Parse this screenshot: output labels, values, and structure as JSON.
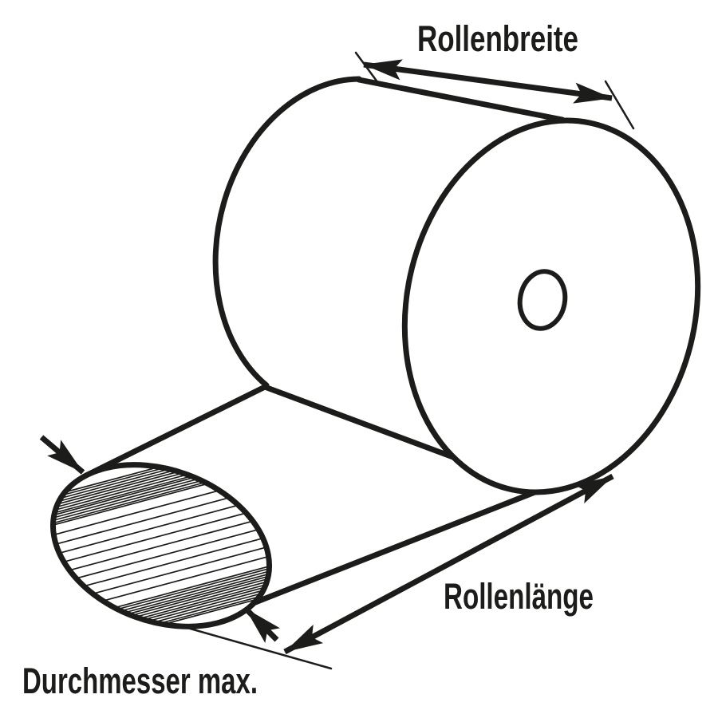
{
  "diagram": {
    "background_color": "#ffffff",
    "line_color": "#1c1c1a",
    "labels": {
      "roll_width": "Rollenbreite",
      "roll_length": "Rollenlänge",
      "max_diameter": "Durchmesser max."
    }
  }
}
